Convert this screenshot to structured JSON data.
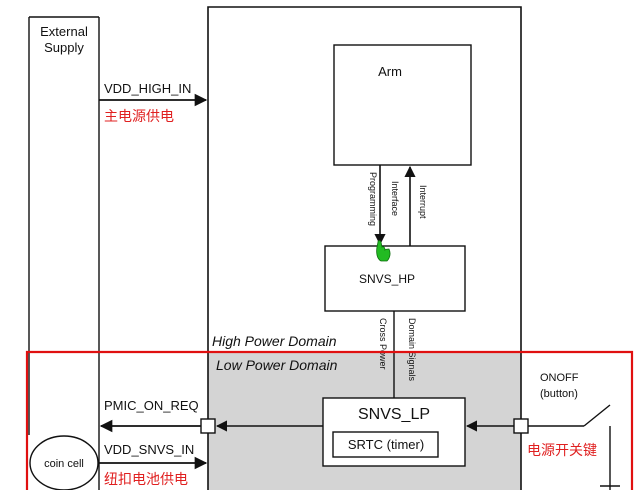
{
  "external_supply": {
    "line1": "External",
    "line2": "Supply"
  },
  "signals": {
    "vdd_high_in": "VDD_HIGH_IN",
    "vdd_high_in_cn": "主电源供电",
    "pmic_on_req": "PMIC_ON_REQ",
    "vdd_snvs_in": "VDD_SNVS_IN",
    "vdd_snvs_in_cn": "纽扣电池供电"
  },
  "blocks": {
    "arm": "Arm",
    "snvs_hp": "SNVS_HP",
    "snvs_lp": "SNVS_LP",
    "srtc": "SRTC (timer)",
    "coin_cell": "coin cell"
  },
  "links": {
    "programming_line1": "Programming",
    "programming_line2": "Interface",
    "interrupt": "Interrupt",
    "cross_line1": "Cross Power",
    "cross_line2": "Domain Signals"
  },
  "domains": {
    "high": "High Power Domain",
    "low": "Low Power Domain"
  },
  "onoff": {
    "line1": "ONOFF",
    "line2": "(button)",
    "cn": "电源开关键"
  },
  "colors": {
    "low_domain_fill": "#d4d4d4",
    "highlight_border": "#e01010",
    "annotation_text": "#e02020",
    "cursor": "#22bb22"
  }
}
